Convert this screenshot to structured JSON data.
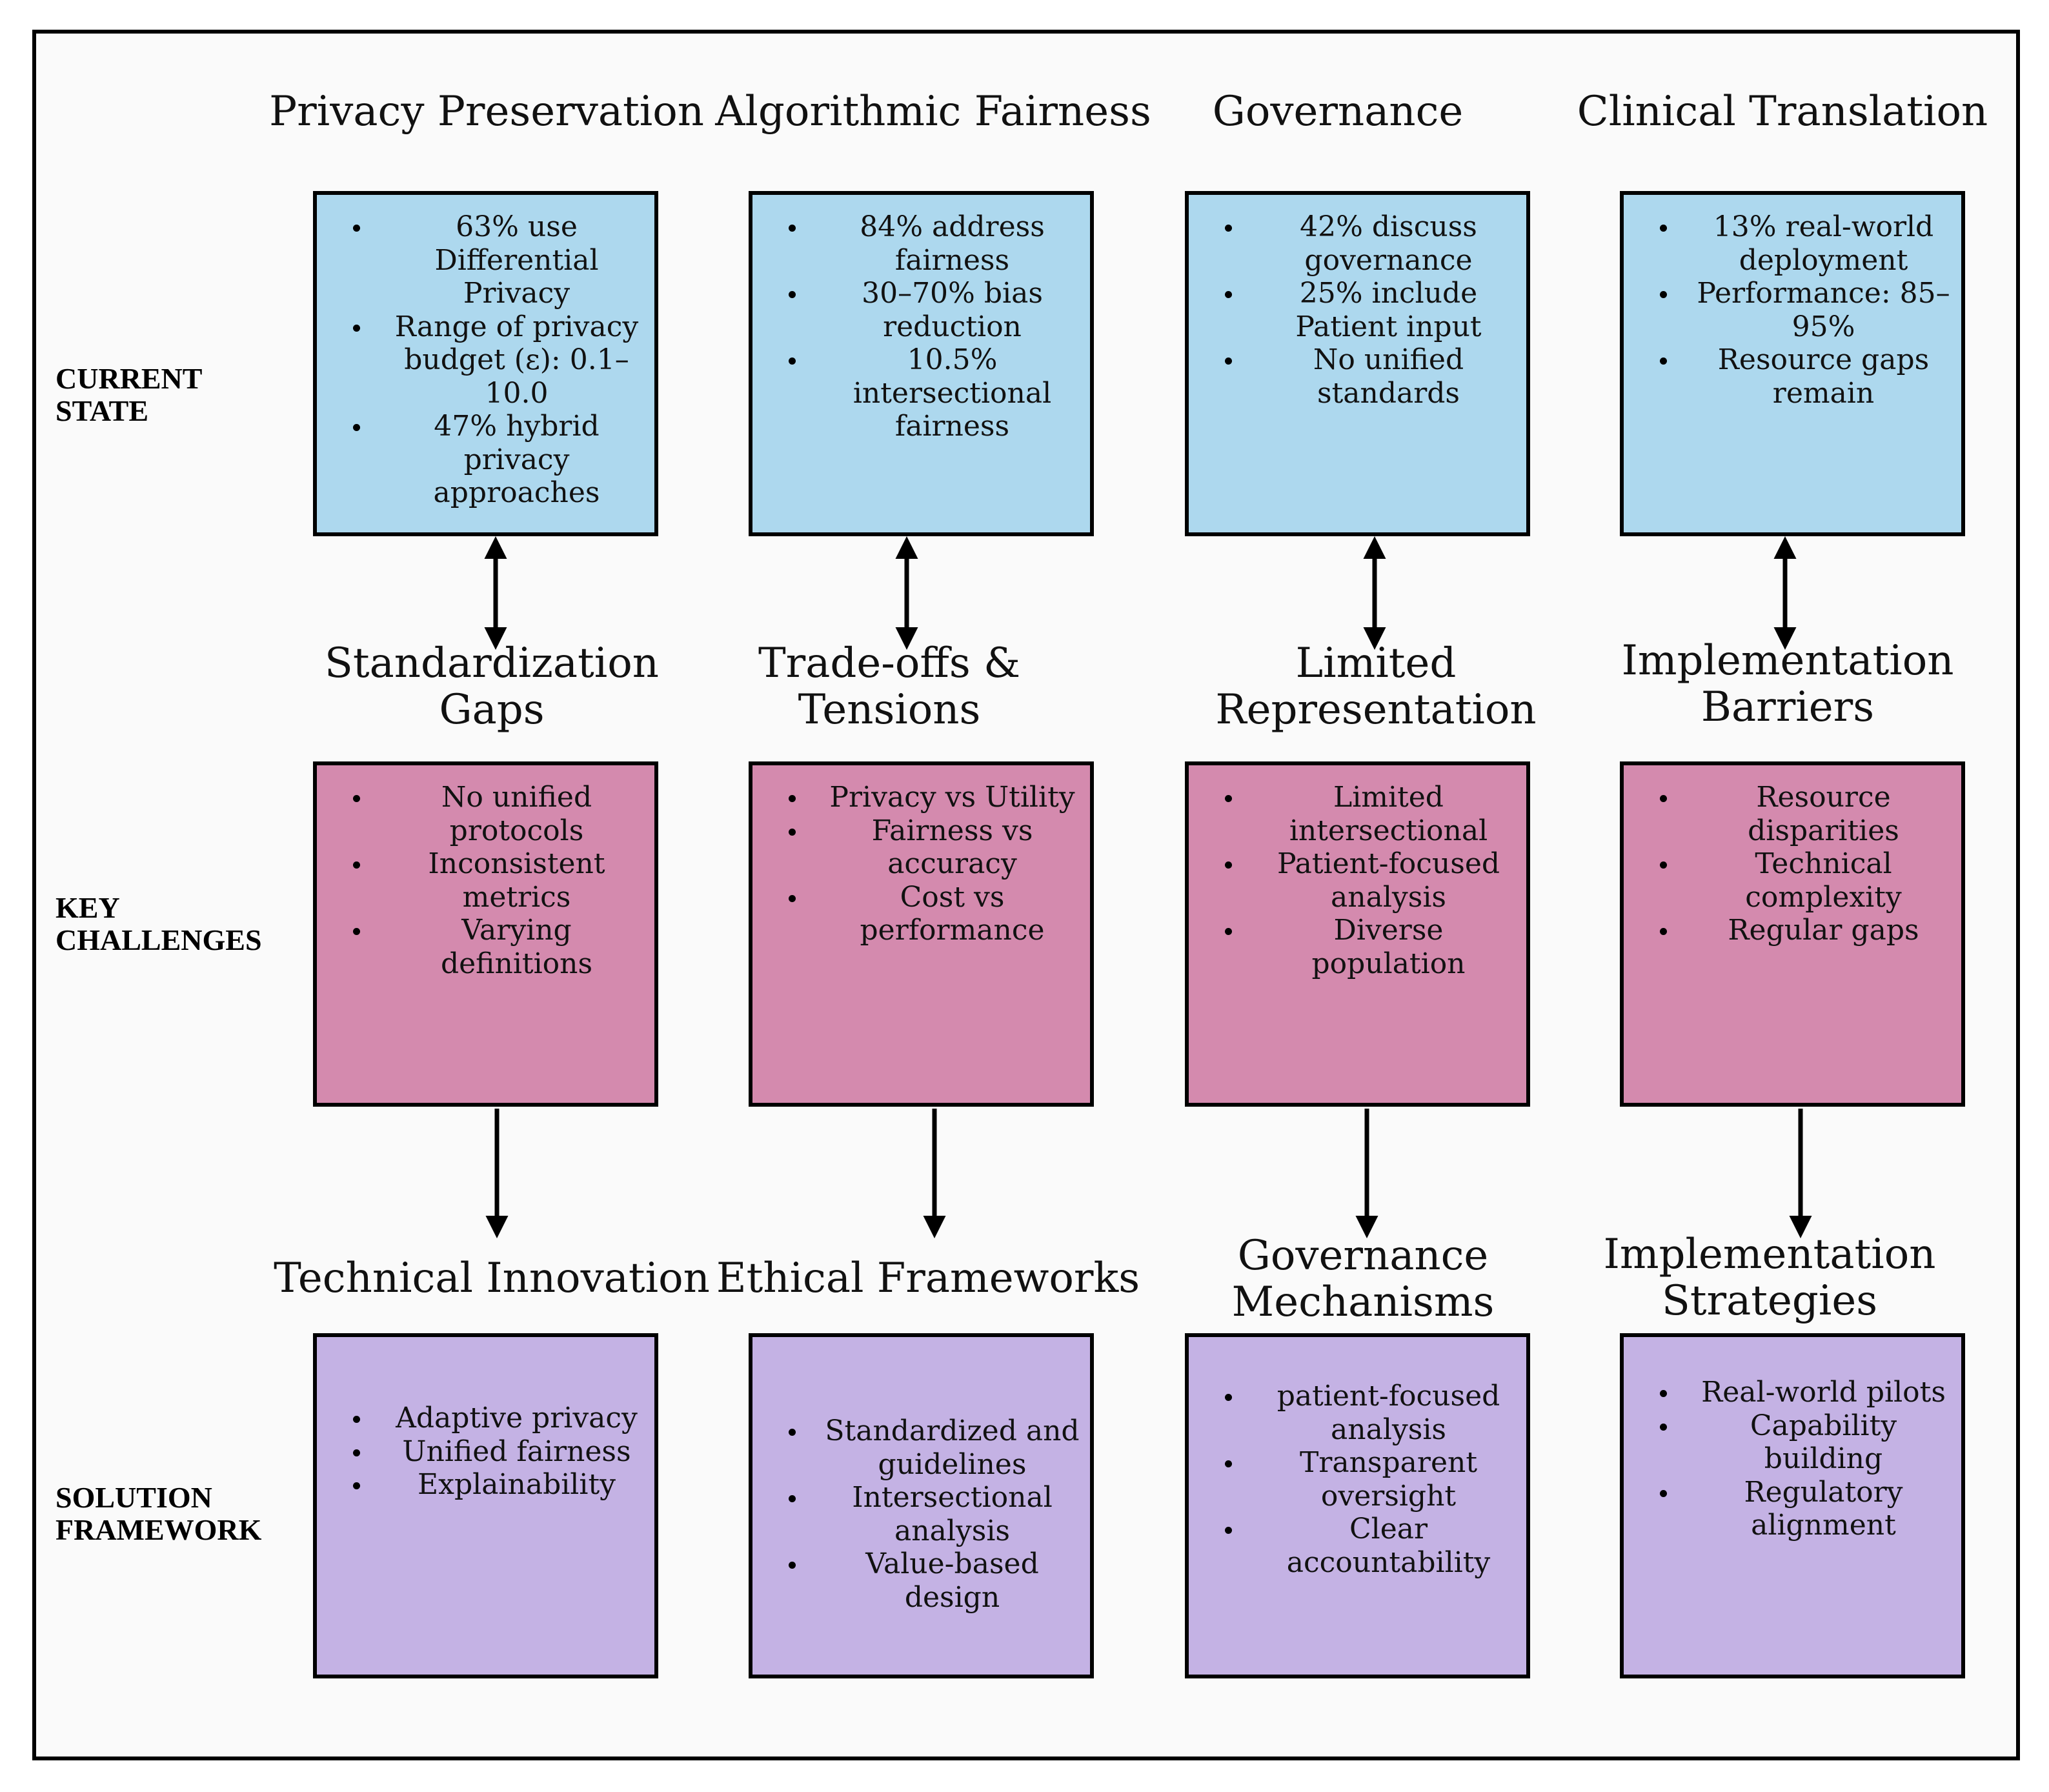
{
  "columns": [
    {
      "title": "Privacy Preservation",
      "current": [
        "63% use Differential Privacy",
        "Range of privacy budget (ε): 0.1–10.0",
        "47% hybrid privacy approaches"
      ],
      "challenge_title": "Standardization Gaps",
      "challenges": [
        "No unified protocols",
        "Inconsistent metrics",
        "Varying definitions"
      ],
      "solution_title": "Technical Innovation",
      "solutions": [
        "Adaptive privacy",
        "Unified fairness",
        "Explainability"
      ]
    },
    {
      "title": "Algorithmic Fairness",
      "current": [
        "84% address fairness",
        "30–70% bias reduction",
        "10.5% intersectional fairness"
      ],
      "challenge_title": "Trade-offs & Tensions",
      "challenges": [
        "Privacy vs Utility",
        "Fairness vs accuracy",
        "Cost vs performance"
      ],
      "solution_title": "Ethical Frameworks",
      "solutions": [
        "Standardized and guidelines",
        "Intersectional analysis",
        "Value-based design"
      ]
    },
    {
      "title": "Governance",
      "current": [
        "42% discuss governance",
        "25% include Patient input",
        "No unified standards"
      ],
      "challenge_title": "Limited Representation",
      "challenges": [
        "Limited intersectional",
        "Patient-focused analysis",
        "Diverse population"
      ],
      "solution_title": "Governance Mechanisms",
      "solutions": [
        "patient-focused analysis",
        "Transparent oversight",
        "Clear accountability"
      ]
    },
    {
      "title": "Clinical Translation",
      "current": [
        "13% real-world deployment",
        "Performance: 85–95%",
        "Resource gaps remain"
      ],
      "challenge_title": "Implementation Barriers",
      "challenges": [
        "Resource disparities",
        "Technical complexity",
        "Regular gaps"
      ],
      "solution_title": "Implementation Strategies",
      "solutions": [
        "Real-world pilots",
        "Capability building",
        "Regulatory alignment"
      ]
    }
  ],
  "rows": {
    "current": "CURRENT\nSTATE",
    "challenges": "KEY\nCHALLENGES",
    "solutions": "SOLUTION\nFRAMEWORK"
  },
  "colors": {
    "current_fill": "#add8ee",
    "challenge_fill": "#d48aae",
    "solution_fill": "#c4b2e4"
  }
}
